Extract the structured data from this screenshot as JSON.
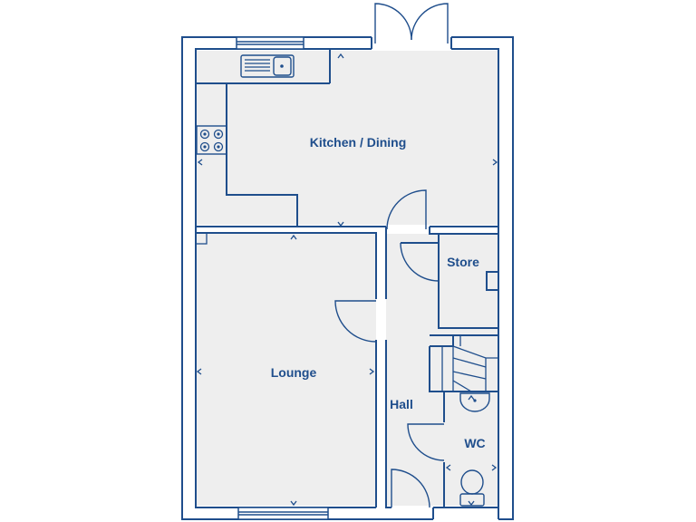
{
  "rooms": {
    "kitchen": "Kitchen / Dining",
    "lounge": "Lounge",
    "store": "Store",
    "hall": "Hall",
    "wc": "WC"
  },
  "colors": {
    "wall": "#1f4e8c",
    "floor": "#eeeeee",
    "background": "#ffffff"
  }
}
